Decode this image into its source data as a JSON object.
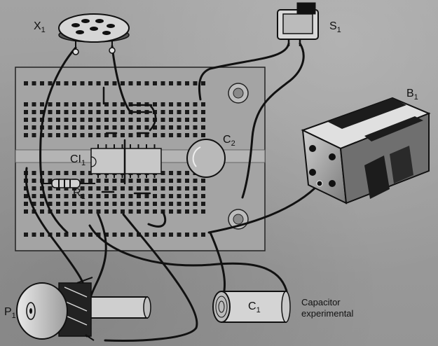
{
  "labels": {
    "x1": {
      "letter": "X",
      "sub": "1"
    },
    "s1": {
      "letter": "S",
      "sub": "1"
    },
    "b1": {
      "letter": "B",
      "sub": "1"
    },
    "c2": {
      "letter": "C",
      "sub": "2"
    },
    "ci1": {
      "letter": "CI",
      "sub": "1"
    },
    "r1": {
      "letter": "R",
      "sub": "1"
    },
    "p1": {
      "letter": "P",
      "sub": "1"
    },
    "c1": {
      "letter": "C",
      "sub": "1"
    }
  },
  "annotation": {
    "line1": "Capacitor",
    "line2": "experimental"
  },
  "colors": {
    "board": "#a0a0a0",
    "holes": "#1a1a1a",
    "wire": "#111111"
  }
}
